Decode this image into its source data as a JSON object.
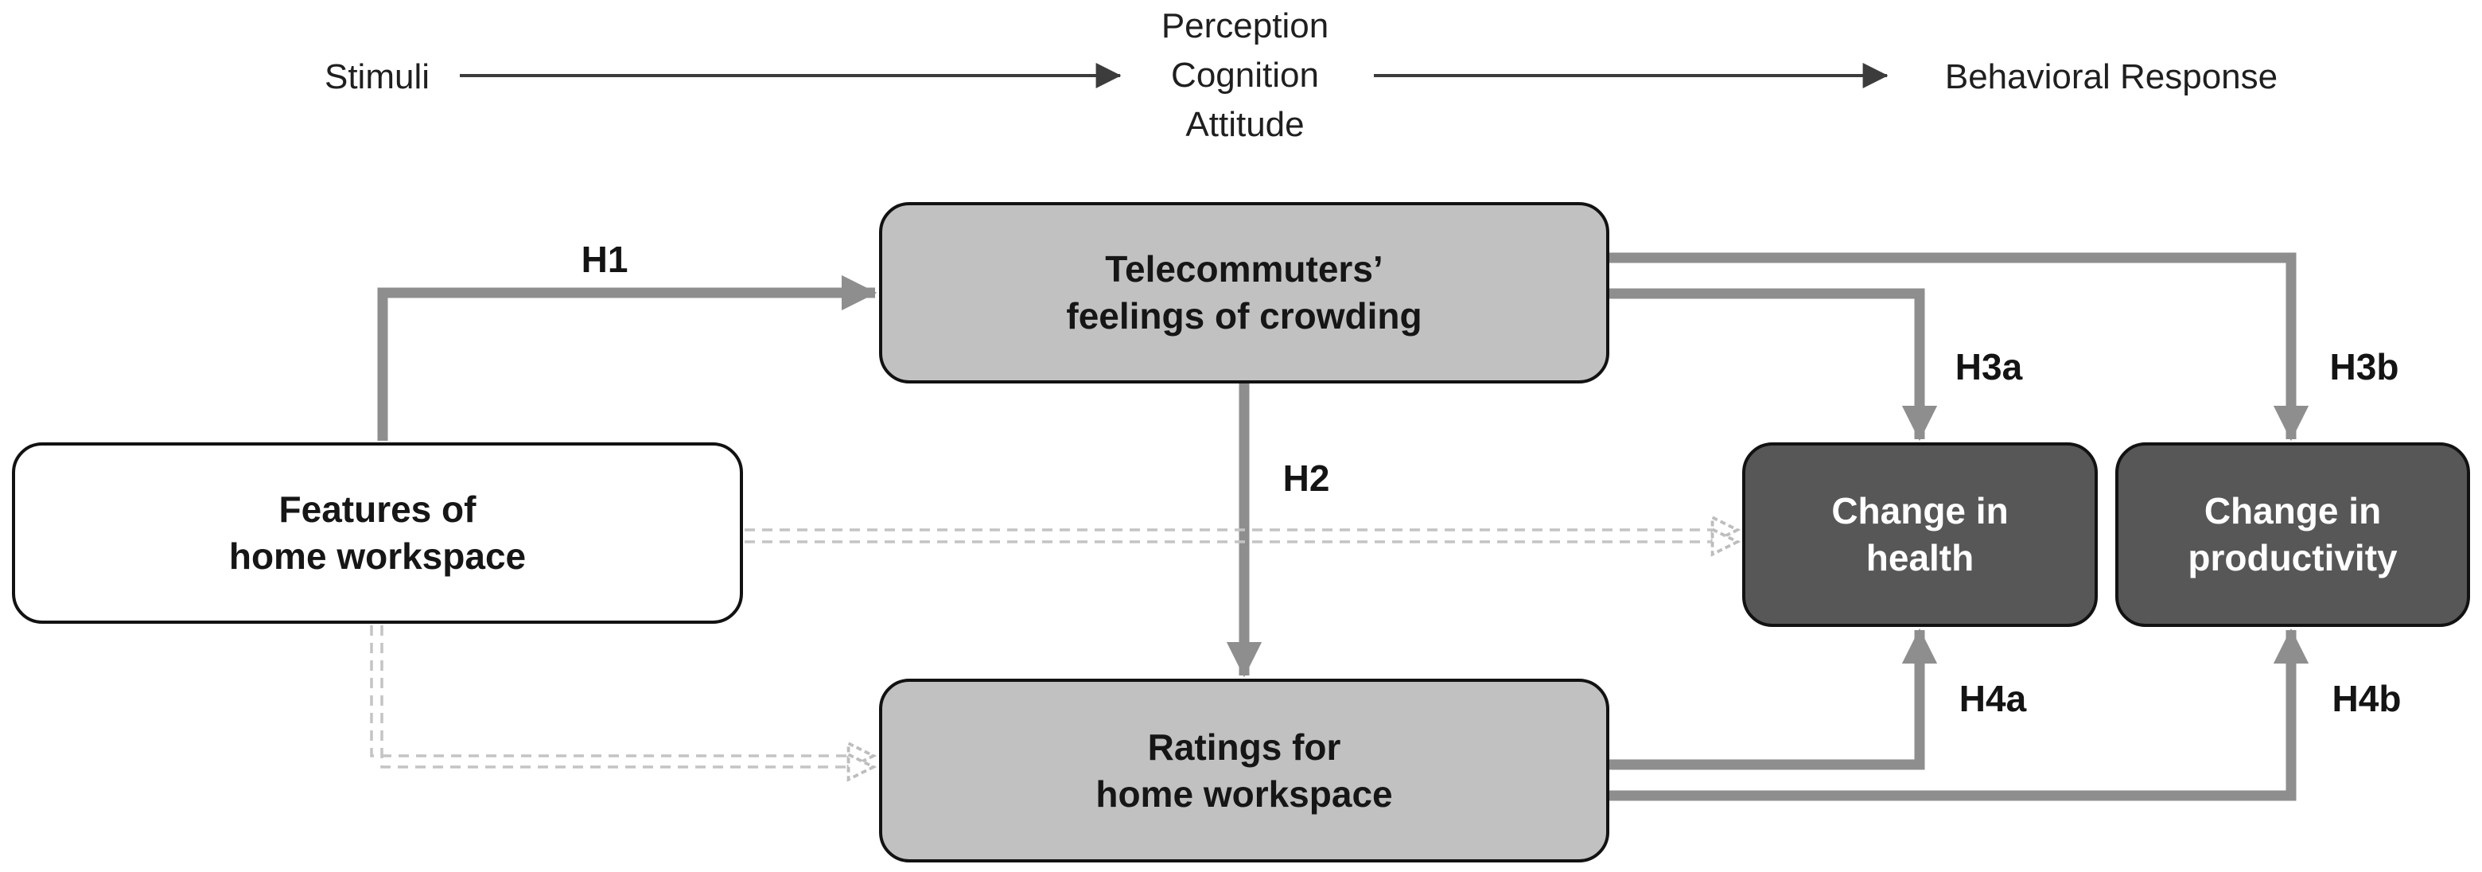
{
  "diagram": {
    "top_flow": {
      "stimuli_label": "Stimuli",
      "mediator_lines": [
        "Perception",
        "Cognition",
        "Attitude"
      ],
      "response_label": "Behavioral Response"
    },
    "nodes": {
      "features": {
        "line1": "Features of",
        "line2": "home workspace"
      },
      "crowding": {
        "line1": "Telecommuters’",
        "line2": "feelings of crowding"
      },
      "ratings": {
        "line1": "Ratings for",
        "line2": "home workspace"
      },
      "health": {
        "line1": "Change in",
        "line2": "health"
      },
      "productivity": {
        "line1": "Change in",
        "line2": "productivity"
      }
    },
    "hypothesis_labels": {
      "h1": "H1",
      "h2": "H2",
      "h3a": "H3a",
      "h3b": "H3b",
      "h4a": "H4a",
      "h4b": "H4b"
    },
    "colors": {
      "white_node_fill": "#ffffff",
      "light_node_fill": "#c1c1c1",
      "dark_node_fill": "#575757",
      "node_border": "#121212",
      "solid_arrow": "#8e8e8e",
      "dashed_arrow": "#c4c4c4",
      "top_arrow": "#3c3c3c",
      "text_dark": "#161616",
      "text_light": "#ffffff"
    }
  }
}
